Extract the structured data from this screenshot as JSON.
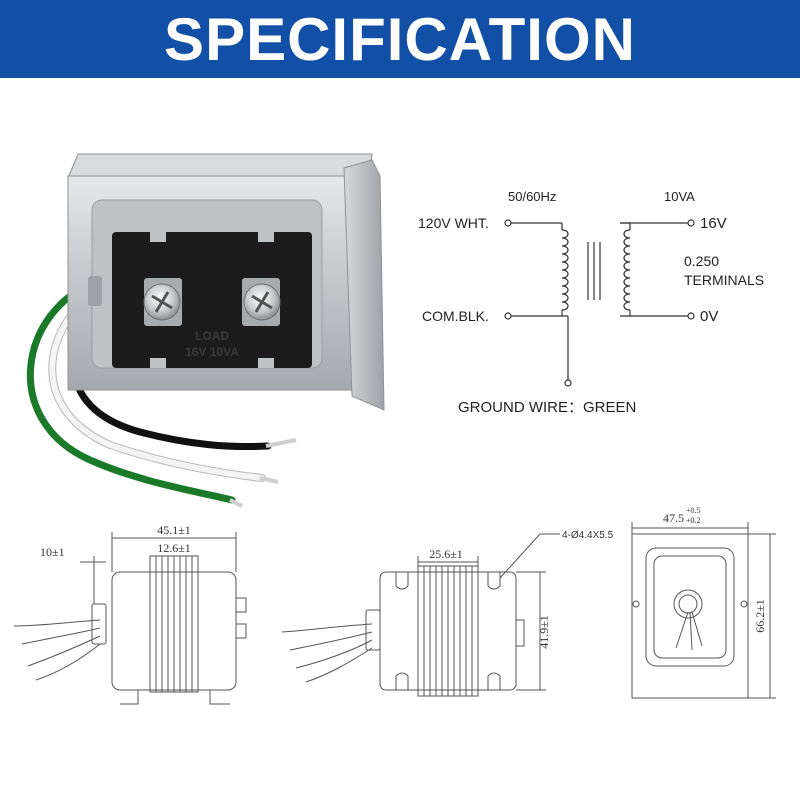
{
  "banner": {
    "title": "SPECIFICATION",
    "color": "#1150a6"
  },
  "product": {
    "label_line1": "LOAD",
    "label_line2": "16V 10VA",
    "wire_colors": [
      "#1a7a2a",
      "#f2f2f2",
      "#111111"
    ]
  },
  "schematic": {
    "frequency": "50/60Hz",
    "rating": "10VA",
    "input_hot": "120V WHT.",
    "input_common": "COM.BLK.",
    "output_high": "16V",
    "output_low": "0V",
    "terminals_line1": "0.250",
    "terminals_line2": "TERMINALS",
    "ground": "GROUND WIRE：GREEN"
  },
  "drawings": {
    "front": {
      "width": "45.1±1",
      "core": "12.6±1",
      "lead": "10±1"
    },
    "side": {
      "core": "25.6±1",
      "height": "41.9±1",
      "holes": "4-Ø4.4X5.5"
    },
    "top": {
      "width_base": "47.5",
      "tol_upper": "+0.5",
      "tol_lower": "+0.2",
      "height": "66.2±1"
    }
  }
}
